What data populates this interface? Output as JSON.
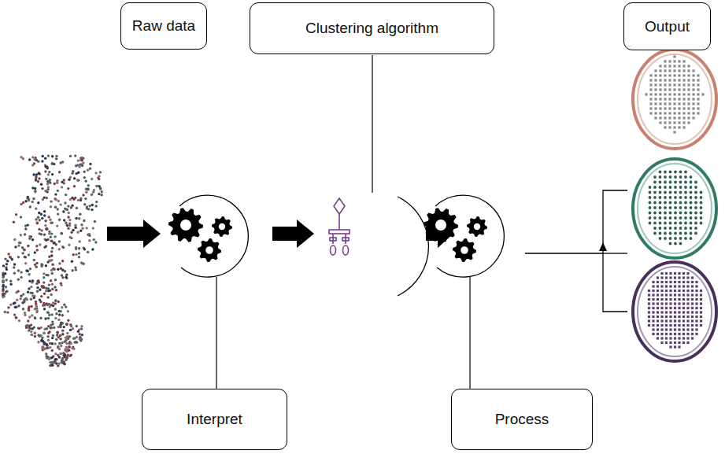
{
  "diagram": {
    "nodes": [
      {
        "text": [
          "Raw data"
        ]
      },
      {
        "text": [
          "Clustering algorithm"
        ]
      },
      {
        "text": [
          "Output"
        ]
      },
      {
        "text": [
          "Interpret"
        ]
      },
      {
        "text": [
          "Process"
        ]
      }
    ]
  }
}
